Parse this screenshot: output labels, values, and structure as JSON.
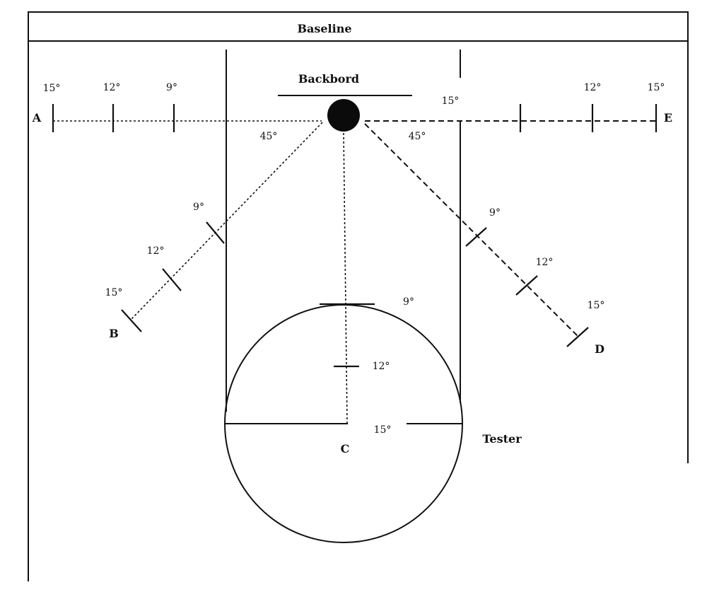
{
  "labels": {
    "baseline": "Baseline",
    "backboard": "Backbord",
    "tester": "Tester"
  },
  "points": {
    "a": "A",
    "b": "B",
    "c": "C",
    "d": "D",
    "e": "E"
  },
  "angles": {
    "left_a_15": "15°",
    "left_a_12": "12°",
    "left_a_9": "9°",
    "left_45": "45°",
    "right_45": "45°",
    "right_e_15_inner": "15°",
    "right_e_12": "12°",
    "right_e_15": "15°",
    "b_9": "9°",
    "b_12": "12°",
    "b_15": "15°",
    "d_9": "9°",
    "d_12": "12°",
    "d_15": "15°",
    "c_9": "9°",
    "c_12": "12°",
    "c_15": "15°"
  }
}
